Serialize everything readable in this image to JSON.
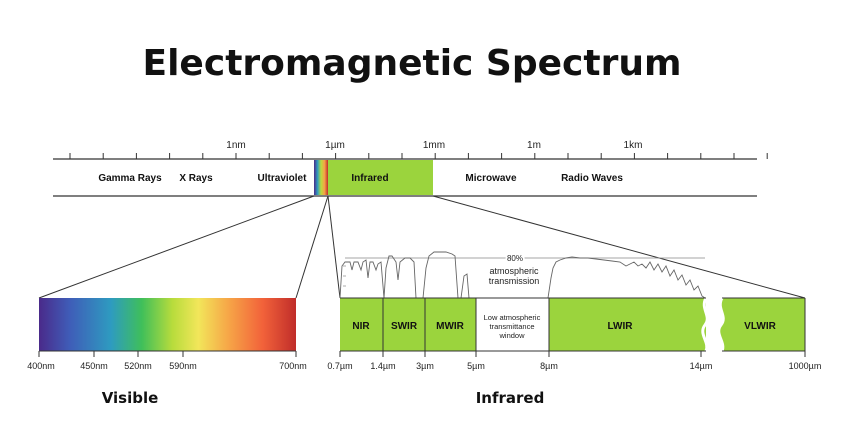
{
  "title": "Electromagnetic Spectrum",
  "colors": {
    "infrared_green": "#9bd43d",
    "line": "#222222",
    "text": "#111111"
  },
  "top_scale": {
    "tick_labels": [
      "1nm",
      "1µm",
      "1mm",
      "1m",
      "1km"
    ],
    "bands": [
      "Gamma Rays",
      "X Rays",
      "Ultraviolet",
      "Infrared",
      "Microwave",
      "Radio Waves"
    ]
  },
  "visible": {
    "label": "Visible",
    "ticks": [
      "400nm",
      "450nm",
      "520nm",
      "590nm",
      "700nm"
    ]
  },
  "infrared": {
    "label": "Infrared",
    "bands": [
      "NIR",
      "SWIR",
      "MWIR",
      "Low atmospheric",
      "transmittance",
      "window",
      "LWIR",
      "VLWIR"
    ],
    "ticks": [
      "0.7µm",
      "1.4µm",
      "3µm",
      "5µm",
      "8µm",
      "14µm",
      "1000µm"
    ]
  },
  "transmission": {
    "level_label": "80%",
    "caption_line1": "atmospheric",
    "caption_line2": "transmission"
  }
}
